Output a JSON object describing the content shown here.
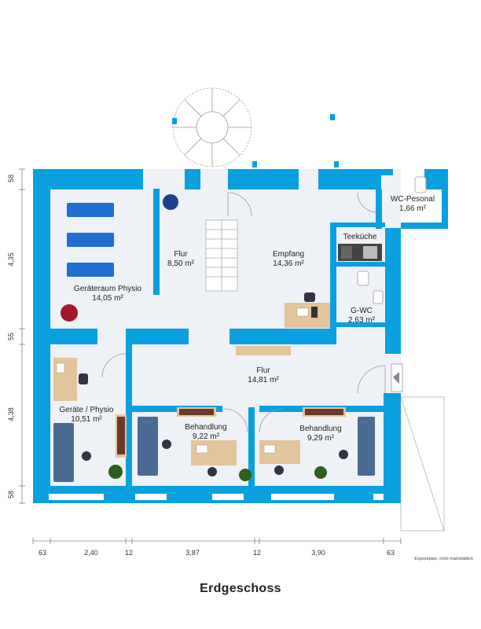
{
  "title": "Erdgeschoss",
  "note": "Exposéplan, nicht maßstäblich",
  "colors": {
    "wall": "#0aa0e0",
    "floor": "#eef1f5",
    "furniture_blue": "#1e6fd0",
    "desk": "#e4c49a",
    "cabinet": "#6b8db2",
    "accent_red": "#a0182a"
  },
  "rooms": [
    {
      "name": "Geräteraum Physio",
      "area": "14,05 m²"
    },
    {
      "name": "Flur",
      "area": "8,50 m²"
    },
    {
      "name": "Empfang",
      "area": "14,36 m²"
    },
    {
      "name": "WC-Pesonal",
      "area": "1,66 m²"
    },
    {
      "name": "Teeküche",
      "area": ""
    },
    {
      "name": "G-WC",
      "area": "2,63 m²"
    },
    {
      "name": "Flur",
      "area": "14,81 m²"
    },
    {
      "name": "Geräte / Physio",
      "area": "10,51 m²"
    },
    {
      "name": "Behandlung",
      "area": "9,22 m²"
    },
    {
      "name": "Behandlung",
      "area": "9,29 m²"
    }
  ],
  "dimensions": {
    "vertical": [
      "58",
      "4,35",
      "55",
      "4,38",
      "58"
    ],
    "horizontal": [
      "63",
      "2,40",
      "12",
      "3,87",
      "12",
      "3,90",
      "63"
    ]
  },
  "icons": [
    "spiral-staircase-icon",
    "staircase-icon",
    "door-icon",
    "window-icon",
    "desk-icon",
    "treatment-table-icon",
    "plant-icon",
    "chair-icon",
    "toilet-icon",
    "kitchen-icon",
    "entrance-arrow-icon"
  ]
}
